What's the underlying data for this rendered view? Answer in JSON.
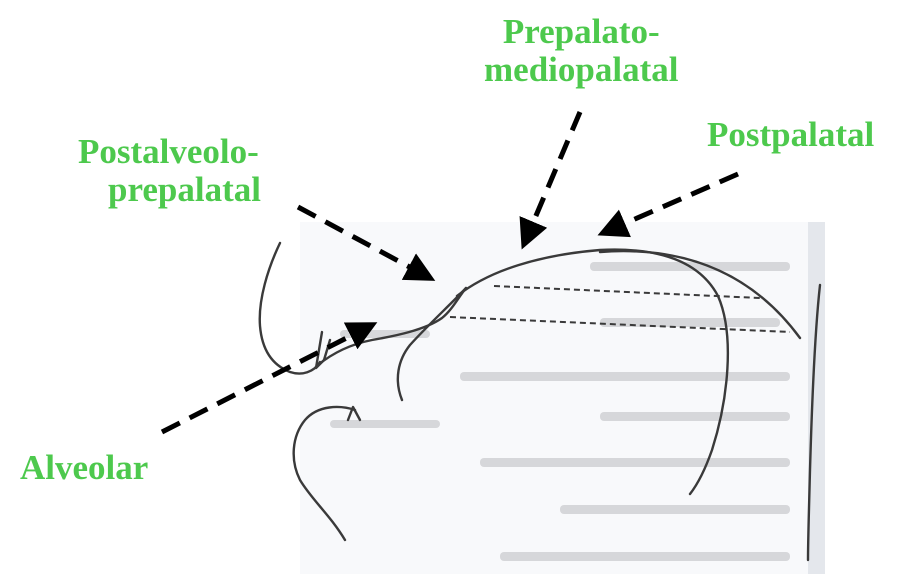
{
  "colors": {
    "label": "#4dc94d",
    "arrow": "#000000",
    "sketch": "#3a3a3a",
    "background_text": "#d4d4d4"
  },
  "labels": {
    "prepalato_line1": "Prepalato-",
    "prepalato_line2": "mediopalatal",
    "postpalatal": "Postpalatal",
    "postalveolo_line1": "Postalveolo-",
    "postalveolo_line2": "prepalatal",
    "alveolar": "Alveolar"
  }
}
